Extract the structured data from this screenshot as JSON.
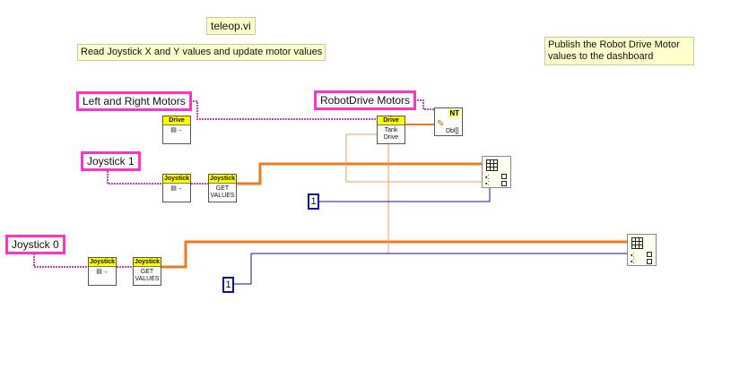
{
  "title": "teleop.vi",
  "comment_left": "Read Joystick X and Y values and update motor values",
  "comment_right": "Publish the Robot Drive Motor values to the dashboard",
  "controls": {
    "left_right_motors": "Left and Right Motors",
    "robotdrive_motors": "RobotDrive Motors",
    "joystick1": "Joystick 1",
    "joystick0": "Joystick 0"
  },
  "nodes": {
    "drive_ref": {
      "header": "Drive",
      "icon": "refnum-icon"
    },
    "tank_drive": {
      "header": "Drive",
      "line1": "Tank",
      "line2": "Drive"
    },
    "joystick1_ref": {
      "header": "Joystick",
      "icon": "refnum-icon"
    },
    "joystick1_get": {
      "header": "Joystick",
      "line1": "GET",
      "line2": "VALUES"
    },
    "joystick0_ref": {
      "header": "Joystick",
      "icon": "refnum-icon"
    },
    "joystick0_get": {
      "header": "Joystick",
      "line1": "GET",
      "line2": "VALUES"
    },
    "nt_write": {
      "label": "NT",
      "type": "Dbl[]"
    }
  },
  "constants": {
    "c1": "1",
    "c2": "1"
  },
  "colors": {
    "control_border": "#ff33cc",
    "wire_orange": "#ee7a1f",
    "wire_thin_orange": "#e8a060",
    "wire_blue": "#1010a0",
    "wire_pink": "#cc44aa"
  }
}
